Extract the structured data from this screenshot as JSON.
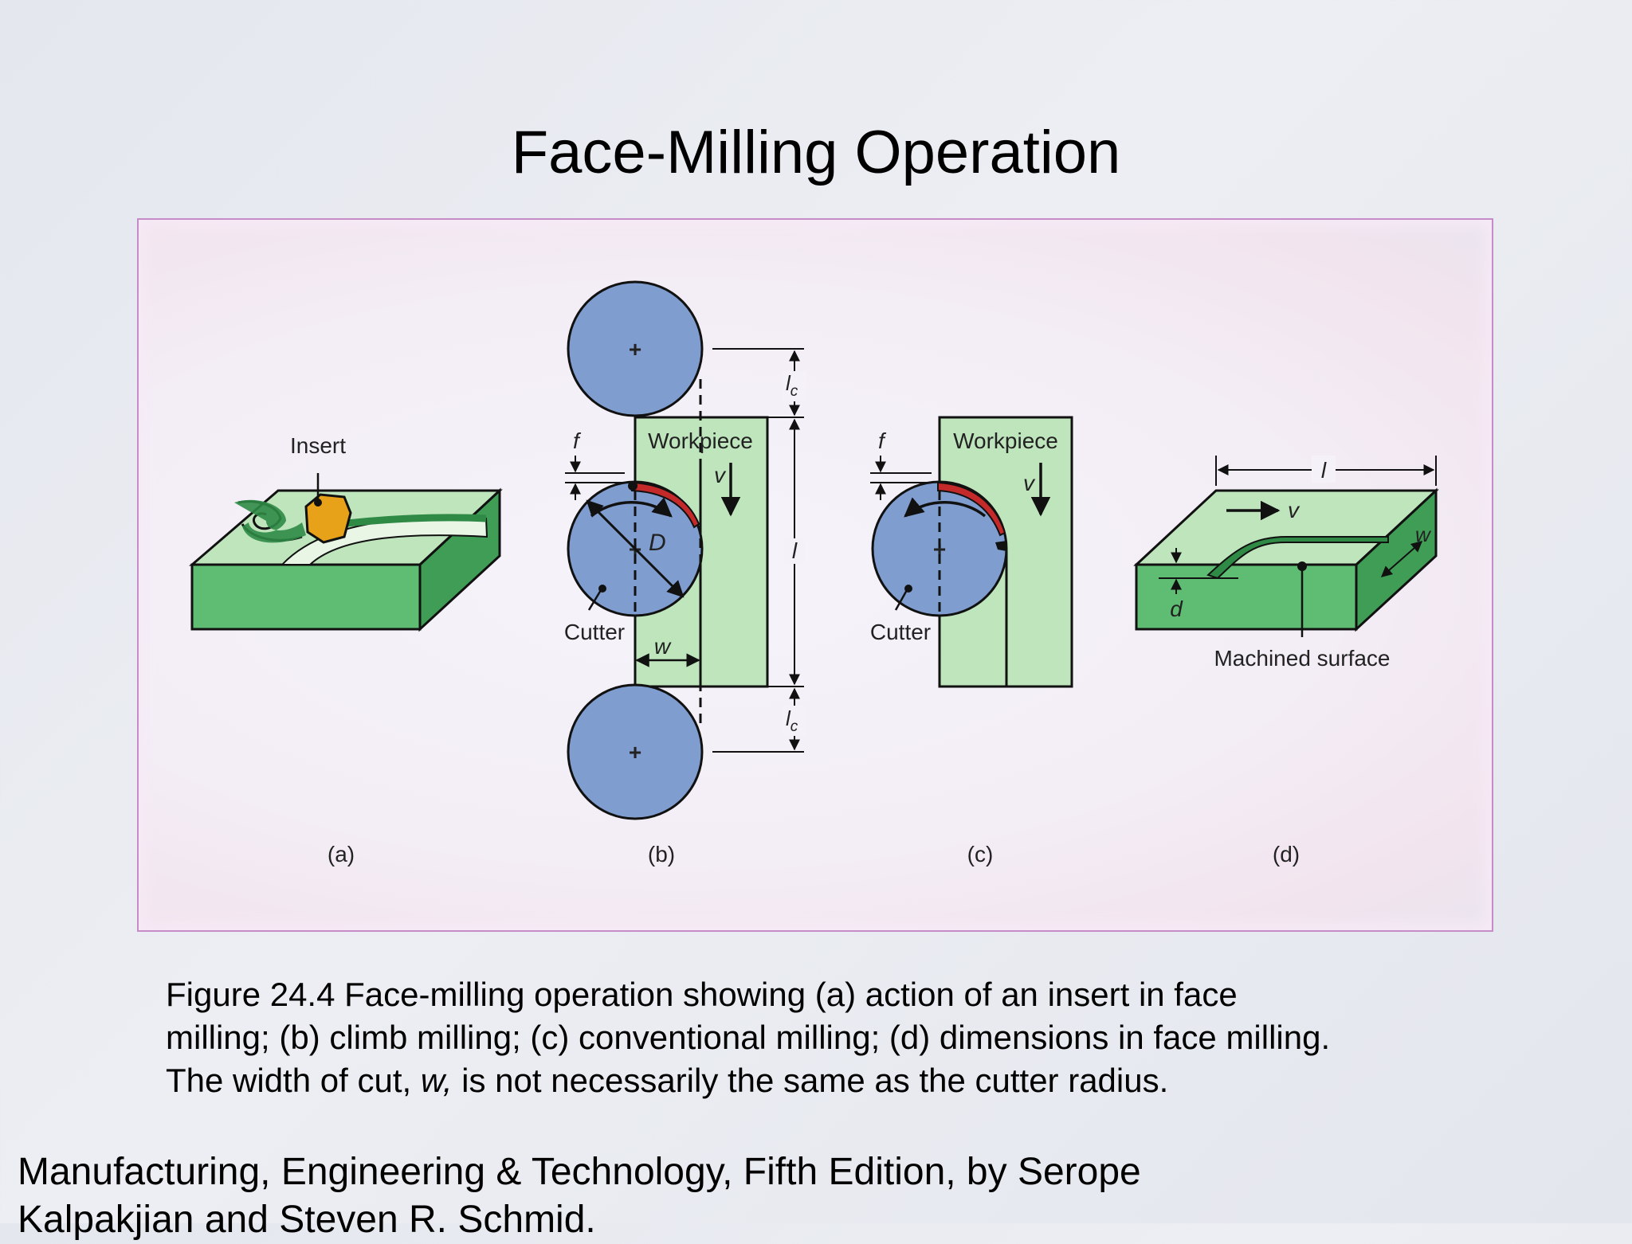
{
  "title": "Face-Milling Operation",
  "figure": {
    "panel_a": {
      "label": "(a)",
      "insert_label": "Insert"
    },
    "panel_b": {
      "label": "(b)",
      "workpiece_label": "Workpiece",
      "cutter_label": "Cutter",
      "f": "f",
      "v": "v",
      "D": "D",
      "w": "w",
      "l": "l",
      "lc": "l",
      "lc_sub": "c"
    },
    "panel_c": {
      "label": "(c)",
      "workpiece_label": "Workpiece",
      "cutter_label": "Cutter",
      "f": "f",
      "v": "v"
    },
    "panel_d": {
      "label": "(d)",
      "machined_surface_label": "Machined surface",
      "l": "l",
      "v": "v",
      "w": "w",
      "d": "d"
    },
    "colors": {
      "cutter_blue": "#7f9ecf",
      "workpiece_green": "#bfe5bd",
      "block_green": "#5fbd73",
      "chip_red": "#c42a2a",
      "insert_orange": "#e8a21a"
    }
  },
  "caption": {
    "line1": "Figure 24.4  Face-milling operation showing (a) action of an insert in face",
    "line2": "milling; (b) climb milling; (c) conventional milling; (d) dimensions in face milling.",
    "line3_pre": "The width of cut, ",
    "line3_var": "w,",
    "line3_post": " is not necessarily the same as the cutter radius."
  },
  "footer": {
    "line1": "Manufacturing, Engineering & Technology, Fifth Edition, by Serope",
    "line2": "Kalpakjian and Steven R. Schmid."
  }
}
